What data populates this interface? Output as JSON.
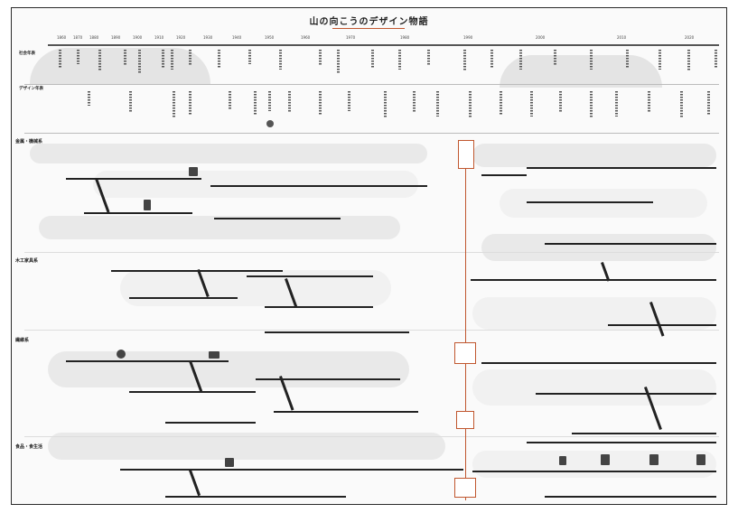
{
  "title": "山の向こうのデザイン物語",
  "sections": [
    {
      "label": "社会年表"
    },
    {
      "label": "デザイン年表"
    }
  ],
  "categories": [
    {
      "label": "金属・機械系"
    },
    {
      "label": "木工家具系"
    },
    {
      "label": "繊維系"
    },
    {
      "label": "食品・食生活"
    }
  ],
  "years": [
    "1860",
    "1870",
    "1880",
    "1890",
    "1900",
    "1910",
    "1920",
    "1930",
    "1940",
    "1950",
    "1960",
    "1970",
    "1980",
    "1990",
    "2000",
    "2010",
    "2020"
  ],
  "accent_color": "#c0562e"
}
